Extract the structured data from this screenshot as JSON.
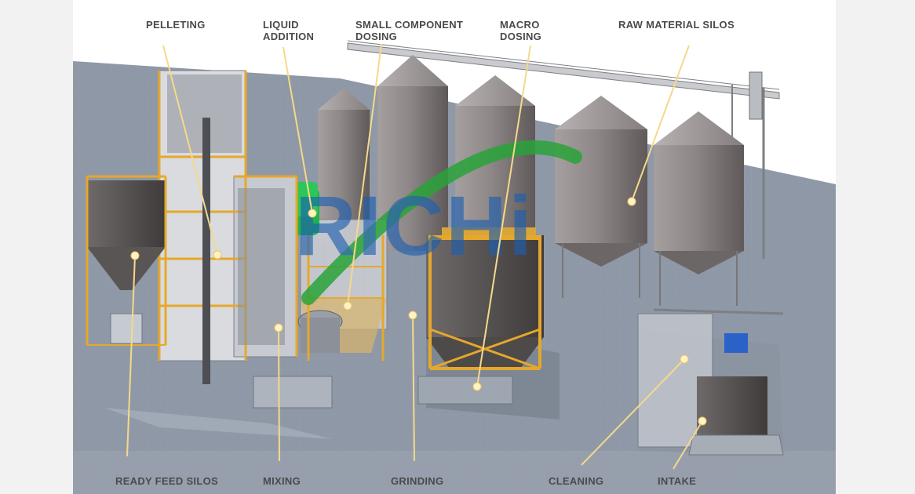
{
  "labels": {
    "pelleting": "PELLETING",
    "liquid_addition": "LIQUID\nADDITION",
    "small_component_dosing": "SMALL COMPONENT\nDOSING",
    "macro_dosing": "MACRO\nDOSING",
    "raw_material_silos": "RAW MATERIAL SILOS",
    "ready_feed_silos": "READY FEED SILOS",
    "mixing": "MIXING",
    "grinding": "GRINDING",
    "cleaning": "CLEANING",
    "intake": "INTAKE"
  },
  "watermark": "RICHi",
  "colors": {
    "leader_line": "#f5d98a",
    "marker": "#fff3c4",
    "floor": "#8f98a6",
    "steel_frame": "#e6a82b",
    "silo": "#8a8383",
    "machine_green": "#22b14c",
    "watermark_blue": "#1d5fb0",
    "watermark_green": "#2aa33a"
  }
}
